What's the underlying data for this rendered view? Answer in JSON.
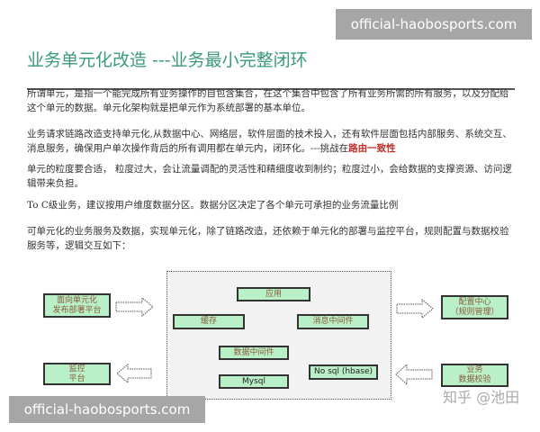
{
  "watermark": "official-haobosports.com",
  "title": "业务单元化改造 ---业务最小完整闭环",
  "paragraphs": [
    "所谓单元，是指一个能完成所有业务操作的自包含集合，在这个集合中包含了所有业务所需的所有服务，以及分配给这个单元的数据。单元化架构就是把单元作为系统部署的基本单位。",
    "业务请求链路改造支持单元化,从数据中心、网络层，软件层面的技术投入，还有软件层面包括内部服务、系统交互、消息服务，确保用户单次操作背后的所有调用都在单元内，闭环化。---挑战在",
    "单元的粒度要合适， 粒度过大，会让流量调配的灵活性和精细度收到制约；粒度过小，会给数据的支撑资源、访问逻辑带来负担。",
    "To C级业务，建议按用户维度数据分区。数据分区决定了各个单元可承担的业务流量比例",
    "可单元化的业务服务及数据，实现单元化，除了链路改造，还依赖于单元化的部署与监控平台，规则配置与数据校验服务等，逻辑交互如下："
  ],
  "highlight": "路由一致性",
  "diagram": {
    "left_top": "面向单元化\n发布部署平台",
    "left_bottom": "监控\n平台",
    "right_top": "配置中心\n（规则管理）",
    "right_bottom": "业务\n数据校验",
    "app": "应用",
    "cache": "缓存",
    "mq": "消息中间件",
    "dal": "数据中间件",
    "mysql": "Mysql",
    "nosql": "No sql (hbase)"
  },
  "zhihu_watermark": "知乎 @池田"
}
